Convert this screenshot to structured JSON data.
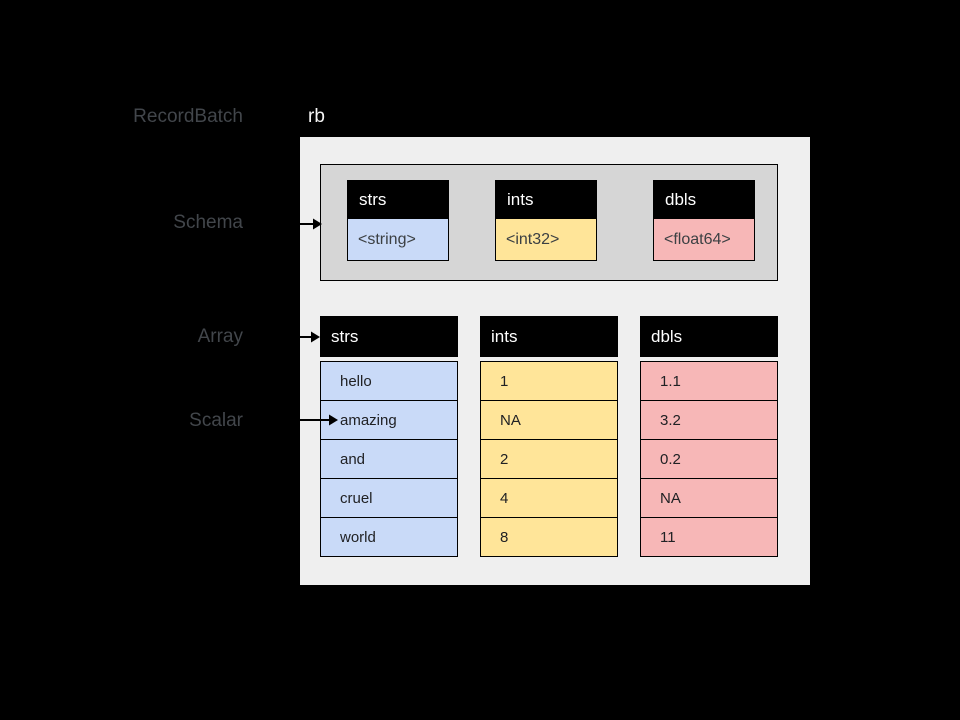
{
  "side_labels": {
    "recordbatch": "RecordBatch",
    "schema": "Schema",
    "array": "Array",
    "scalar": "Scalar"
  },
  "record_batch": {
    "instance_name": "rb"
  },
  "schema": {
    "fields": [
      {
        "name": "strs",
        "type": "<string>"
      },
      {
        "name": "ints",
        "type": "<int32>"
      },
      {
        "name": "dbls",
        "type": "<float64>"
      }
    ]
  },
  "arrays": [
    {
      "name": "strs",
      "values": [
        "hello",
        "amazing",
        "and",
        "cruel",
        "world"
      ]
    },
    {
      "name": "ints",
      "values": [
        "1",
        "NA",
        "2",
        "4",
        "8"
      ]
    },
    {
      "name": "dbls",
      "values": [
        "1.1",
        "3.2",
        "0.2",
        "NA",
        "11"
      ]
    }
  ],
  "icons": {
    "schema_arrow": "right-arrow",
    "array_arrow": "right-arrow",
    "scalar_arrow": "right-arrow"
  },
  "colors": {
    "background": "#000000",
    "record_batch_box": "#efefef",
    "schema_box": "#d6d6d6",
    "header_fill": "#000000",
    "string_blue": "#c9daf8",
    "int_yellow": "#ffe599",
    "double_pink": "#f7b7b7",
    "side_label_text": "#42464b",
    "header_text": "#ffffff"
  }
}
